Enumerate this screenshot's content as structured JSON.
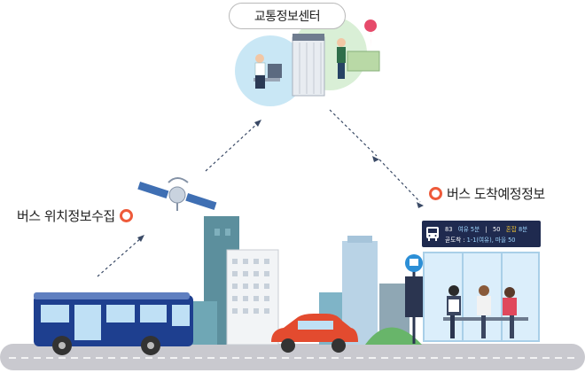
{
  "center_label": "교통정보센터",
  "left_label": "버스 위치정보수집",
  "right_label": "버스 도착예정정보",
  "board": {
    "route1": "83",
    "status1": "여유 5분",
    "sep": "|",
    "route2": "50",
    "status2_label": "혼잡",
    "status2_time": "8분",
    "stop_label": "곧도착 :",
    "stop_value": "1-1(여유), 마을 50"
  },
  "colors": {
    "accent_orange": "#ee5a3a",
    "board_bg": "#1f2a4f",
    "bus_blue": "#1e3f8f"
  }
}
